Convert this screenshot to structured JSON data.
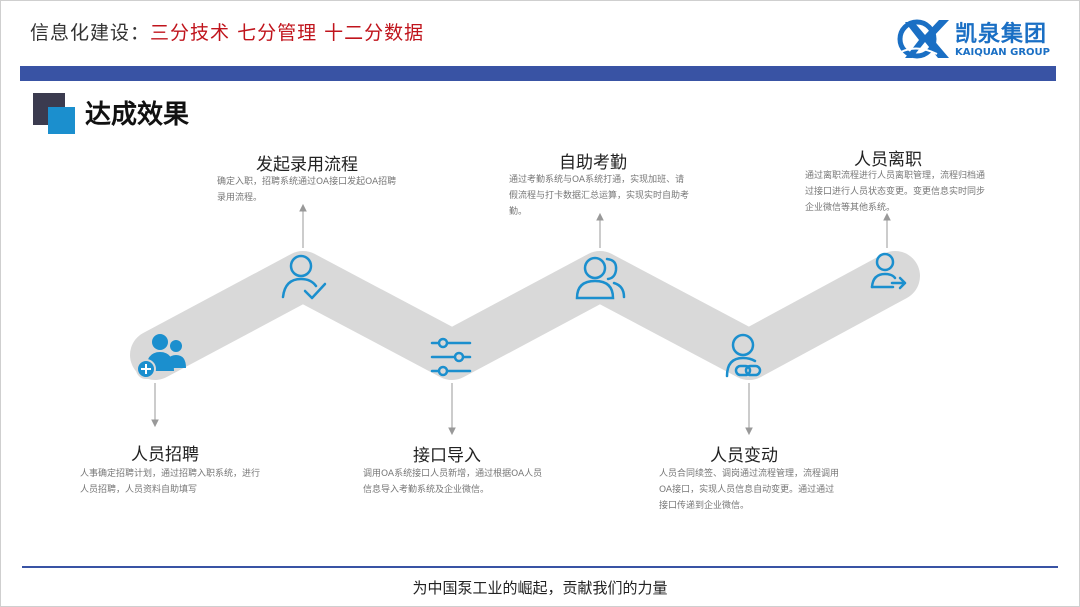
{
  "header": {
    "title_prefix": "信息化建设：",
    "title_part1": "三分技术",
    "title_part2": "七分管理",
    "title_part3": "十二分数据"
  },
  "logo": {
    "cn": "凯泉集团",
    "en": "KAIQUAN GROUP"
  },
  "section": {
    "title": "达成效果"
  },
  "colors": {
    "accent_bar": "#3953a4",
    "icon_blue": "#1b8fce",
    "highlight_red": "#c0141c",
    "band_gray": "#d9d9d9"
  },
  "steps": [
    {
      "title": "人员招聘",
      "desc": "人事确定招聘计划，通过招聘入职系统，进行人员招聘，人员资料自助填写",
      "icon": "users-add-icon"
    },
    {
      "title": "发起录用流程",
      "desc": "确定入职，招聘系统通过OA接口发起OA招聘录用流程。",
      "icon": "user-check-icon"
    },
    {
      "title": "接口导入",
      "desc": "调用OA系统接口人员新增，通过根据OA人员信息导入考勤系统及企业微信。",
      "icon": "sliders-icon"
    },
    {
      "title": "自助考勤",
      "desc": "通过考勤系统与OA系统打通，实现加班、请假流程与打卡数据汇总运算，实现实时自助考勤。",
      "icon": "users-icon"
    },
    {
      "title": "人员变动",
      "desc": "人员合同续签、调岗通过流程管理，流程调用OA接口，实现人员信息自动变更。通过通过接口传递到企业微信。",
      "icon": "user-link-icon"
    },
    {
      "title": "人员离职",
      "desc": "通过离职流程进行人员离职管理，流程归档通过接口进行人员状态变更。变更信息实时同步企业微信等其他系统。",
      "icon": "user-exit-icon"
    }
  ],
  "footer": {
    "text": "为中国泵工业的崛起，贡献我们的力量"
  }
}
